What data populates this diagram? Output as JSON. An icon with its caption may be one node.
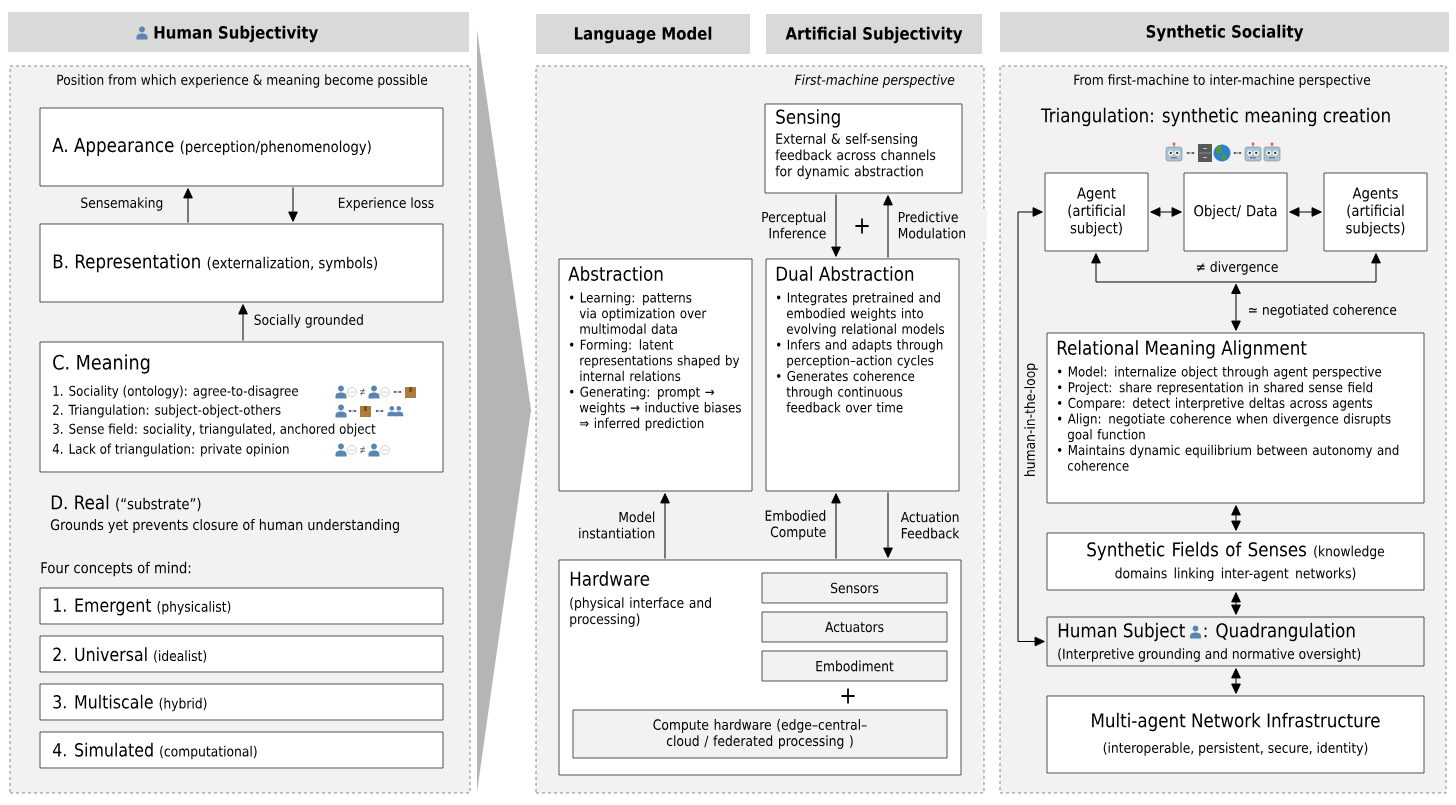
{
  "diagram": {
    "nodes": [
      {
        "text": [
          "Human Subjectivity"
        ]
      },
      {
        "text": [
          "Position from which experience & meaning become possible"
        ]
      },
      {
        "text": [
          "A. Appearance",
          "(perception/phenomenology)"
        ],
        "in": 1
      },
      {
        "text": [
          "B. Representation",
          "(externalization, symbols)"
        ],
        "in": 1
      },
      {
        "text": [
          "C. Meaning",
          "1. Sociality (ontology): agree-to-disagree",
          "2. Triangulation: subject-object-others",
          "3. Sense field: sociality, triangulated, anchored object",
          "4. Lack of triangulation: private opinion"
        ],
        "in": 1
      },
      {
        "text": [
          "1. Emergent",
          "(physicalist)"
        ],
        "in": 1
      },
      {
        "text": [
          "2. Universal",
          "(idealist)"
        ],
        "in": 1
      },
      {
        "text": [
          "3. Multiscale",
          "(hybrid)"
        ],
        "in": 1
      },
      {
        "text": [
          "4. Simulated",
          "(computational)"
        ],
        "in": 1
      },
      {
        "text": [
          "Language Model"
        ]
      },
      {
        "text": [
          "Artificial Subjectivity"
        ]
      },
      {
        "text": [
          "First-machine perspective"
        ]
      },
      {
        "text": [
          "Sensing",
          "External & self-sensing feedback across channels for dynamic abstraction"
        ],
        "in": 11
      },
      {
        "text": [
          "Abstraction",
          "• Learning: patterns via optimization over multimodal data",
          "• Forming: latent representations shaped by internal relations",
          "• Generating: prompt → weights → inductive biases ⇒ inferred prediction"
        ],
        "in": 11
      },
      {
        "text": [
          "Dual Abstraction",
          "• Integrates pretrained and embodied weights into evolving relational models",
          "• Infers and adapts through perception–action cycles",
          "• Generates coherence through continuous feedback over time"
        ],
        "in": 11
      },
      {
        "text": [
          "Hardware",
          "(physical interface and processing)"
        ],
        "in": 11
      },
      {
        "text": [
          "Sensors"
        ],
        "in": 15
      },
      {
        "text": [
          "Actuators"
        ],
        "in": 15
      },
      {
        "text": [
          "Embodiment"
        ],
        "in": 15
      },
      {
        "text": [
          "Compute hardware (edge–central–cloud / federated processing )"
        ],
        "in": 15
      },
      {
        "text": [
          "Synthetic Sociality"
        ]
      },
      {
        "text": [
          "From first-machine to inter-machine perspective",
          "Triangulation: synthetic meaning creation"
        ]
      },
      {
        "text": [
          "Agent (artificial subject)"
        ],
        "in": 21
      },
      {
        "text": [
          "Object/ Data"
        ],
        "in": 21
      },
      {
        "text": [
          "Agents (artificial subjects)"
        ],
        "in": 21
      },
      {
        "text": [
          "Relational Meaning Alignment",
          "• Model: internalize object through agent perspective",
          "• Project: share representation in shared sense field",
          "• Compare: detect interpretive deltas across agents",
          "• Align: negotiate coherence when divergence disrupts goal function",
          "• Maintains dynamic equilibrium between autonomy and coherence"
        ],
        "in": 21
      },
      {
        "text": [
          "Synthetic Fields of Senses",
          "(knowledge domains linking inter-agent networks)"
        ],
        "in": 21
      },
      {
        "text": [
          "Human Subject",
          ": Quadrangulation",
          "(Interpretive grounding and normative oversight)"
        ],
        "in": 21
      },
      {
        "text": [
          "Multi-agent Network Infrastructure",
          "(interoperable, persistent, secure, identity)"
        ],
        "in": 21
      }
    ],
    "edges": [
      {
        "from": 3,
        "to": 2,
        "arrow": "to",
        "label": "Sensemaking"
      },
      {
        "from": 2,
        "to": 3,
        "arrow": "to",
        "label": "Experience loss"
      },
      {
        "from": 4,
        "to": 3,
        "arrow": "to",
        "label": "Socially grounded"
      },
      {
        "from": 12,
        "to": 14,
        "arrow": "to",
        "label": "Perceptual Inference"
      },
      {
        "from": 14,
        "to": 12,
        "arrow": "to",
        "label": "Predictive Modulation"
      },
      {
        "from": 15,
        "to": 13,
        "arrow": "to",
        "label": "Model instantiation"
      },
      {
        "from": 15,
        "to": 14,
        "arrow": "to",
        "label": "Embodied Compute"
      },
      {
        "from": 14,
        "to": 15,
        "arrow": "to",
        "label": "Actuation Feedback"
      },
      {
        "from": 22,
        "to": 23,
        "arrow": "both"
      },
      {
        "from": 23,
        "to": 24,
        "arrow": "both"
      },
      {
        "from": 22,
        "to": 24,
        "arrow": "both",
        "label": "≠ divergence"
      },
      {
        "from": null,
        "to": 25,
        "arrow": "both",
        "label": "≃ negotiated coherence"
      },
      {
        "from": 25,
        "to": 26,
        "arrow": "both"
      },
      {
        "from": 26,
        "to": 27,
        "arrow": "both"
      },
      {
        "from": 27,
        "to": 28,
        "arrow": "both"
      },
      {
        "from": 27,
        "to": 22,
        "arrow": "both",
        "label": "human-in-the-loop"
      }
    ],
    "labels": [
      "D. Real",
      "(“substrate”)",
      "Grounds yet prevents closure of human understanding",
      "Four concepts of mind:",
      "+",
      "+"
    ]
  }
}
